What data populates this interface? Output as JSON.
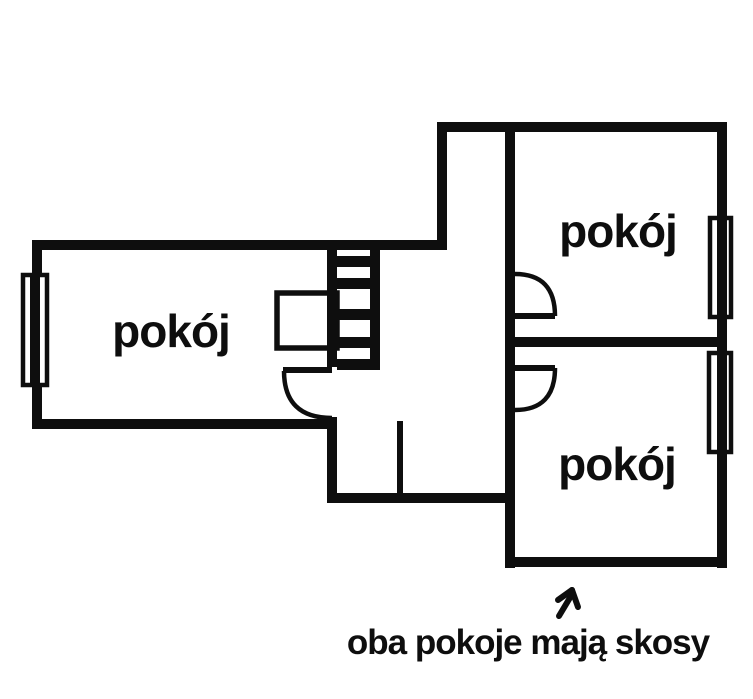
{
  "canvas": {
    "background": "#ffffff",
    "ink": "#0e0e0e"
  },
  "rooms": [
    {
      "name": "left-room",
      "label": "pokój"
    },
    {
      "name": "top-right-room",
      "label": "pokój"
    },
    {
      "name": "bottom-right-room",
      "label": "pokój"
    }
  ],
  "annotation": {
    "text": "oba pokoje mają skosy",
    "arrow_icon": "arrow-up-right"
  }
}
